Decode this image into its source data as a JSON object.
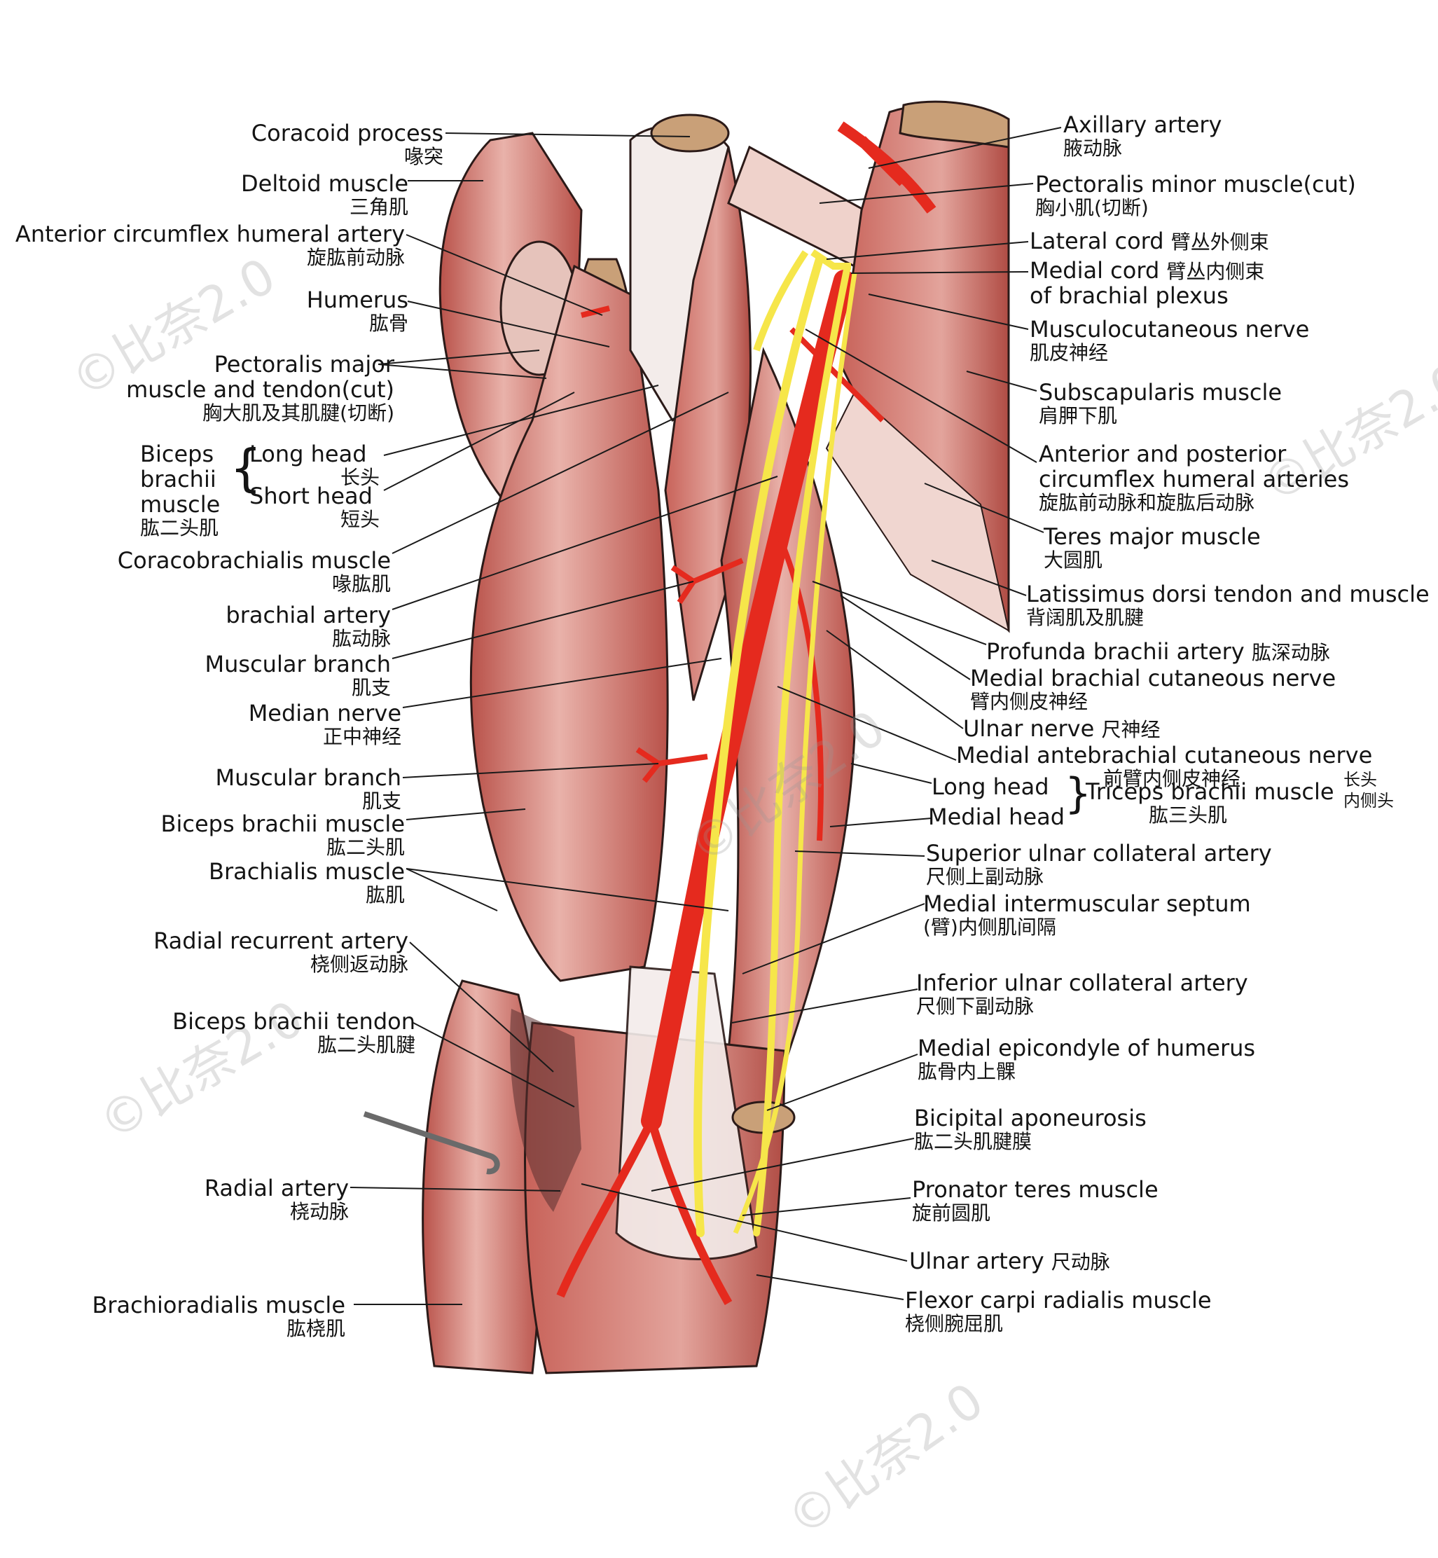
{
  "labels_left": [
    {
      "en": "Coracoid process",
      "zh": "喙突"
    },
    {
      "en": "Deltoid muscle",
      "zh": "三角肌"
    },
    {
      "en": "Anterior circumflex humeral artery",
      "zh": "旋肱前动脉"
    },
    {
      "en": "Humerus",
      "zh": "肱骨"
    },
    {
      "en": "Pectoralis major",
      "en2": "muscle and tendon(cut)",
      "zh": "胸大肌及其肌腱(切断)"
    },
    {
      "en": "Coracobrachialis muscle",
      "zh": "喙肱肌"
    },
    {
      "en": "brachial artery",
      "zh": "肱动脉"
    },
    {
      "en": "Muscular branch",
      "zh": "肌支"
    },
    {
      "en": "Median nerve",
      "zh": "正中神经"
    },
    {
      "en": "Muscular branch",
      "zh": "肌支"
    },
    {
      "en": "Biceps brachii muscle",
      "zh": "肱二头肌"
    },
    {
      "en": "Brachialis muscle",
      "zh": "肱肌"
    },
    {
      "en": "Radial recurrent artery",
      "zh": "桡侧返动脉"
    },
    {
      "en": "Biceps brachii tendon",
      "zh": "肱二头肌腱"
    },
    {
      "en": "Radial artery",
      "zh": "桡动脉"
    },
    {
      "en": "Brachioradialis muscle",
      "zh": "肱桡肌"
    }
  ],
  "biceps_group": {
    "name1": "Biceps",
    "name2": "brachii",
    "name3": "muscle",
    "zh": "肱二头肌",
    "long_head": "Long head",
    "long_head_zh": "长头",
    "short_head": "Short head",
    "short_head_zh": "短头"
  },
  "labels_right": [
    {
      "en": "Axillary artery",
      "zh": "腋动脉"
    },
    {
      "en": "Pectoralis minor muscle(cut)",
      "zh": "胸小肌(切断)"
    },
    {
      "en": "Lateral cord",
      "zh": "臂丛外侧束"
    },
    {
      "en": "Medial cord",
      "en2": "of brachial plexus",
      "zh": "臂丛内侧束"
    },
    {
      "en": "Musculocutaneous nerve",
      "zh": "肌皮神经"
    },
    {
      "en": "Subscapularis muscle",
      "zh": "肩胛下肌"
    },
    {
      "en": "Anterior and posterior",
      "en2": "circumflex humeral arteries",
      "zh": "旋肱前动脉和旋肱后动脉"
    },
    {
      "en": "Teres major muscle",
      "zh": "大圆肌"
    },
    {
      "en": "Latissimus dorsi tendon and muscle",
      "zh": "背阔肌及肌腱"
    },
    {
      "en": "Profunda brachii artery",
      "zh": "肱深动脉"
    },
    {
      "en": "Medial brachial cutaneous nerve",
      "zh": "臂内侧皮神经"
    },
    {
      "en": "Ulnar nerve",
      "zh": "尺神经"
    },
    {
      "en": "Medial antebrachial cutaneous nerve",
      "zh": "前臂内侧皮神经"
    },
    {
      "en": "Superior ulnar collateral artery",
      "zh": "尺侧上副动脉"
    },
    {
      "en": "Medial intermuscular septum",
      "zh": "(臂)内侧肌间隔"
    },
    {
      "en": "Inferior ulnar collateral artery",
      "zh": "尺侧下副动脉"
    },
    {
      "en": "Medial epicondyle of humerus",
      "zh": "肱骨内上髁"
    },
    {
      "en": "Bicipital aponeurosis",
      "zh": "肱二头肌腱膜"
    },
    {
      "en": "Pronator teres muscle",
      "zh": "旋前圆肌"
    },
    {
      "en": "Ulnar artery",
      "zh": "尺动脉"
    },
    {
      "en": "Flexor carpi radialis muscle",
      "zh": "桡侧腕屈肌"
    }
  ],
  "triceps_group": {
    "long_head": "Long head",
    "medial_head": "Medial head",
    "name": "Triceps brachii muscle",
    "zh": "肱三头肌",
    "long_head_zh": "长头",
    "medial_head_zh": "内侧头"
  },
  "watermark": "©比奈2.0",
  "colors": {
    "muscle": "#c9625a",
    "muscle_dark": "#a8443d",
    "tendon": "#f3ecea",
    "bone": "#c9a078",
    "artery": "#e52a1e",
    "nerve": "#f6e64a",
    "outline": "#2b1a18"
  }
}
